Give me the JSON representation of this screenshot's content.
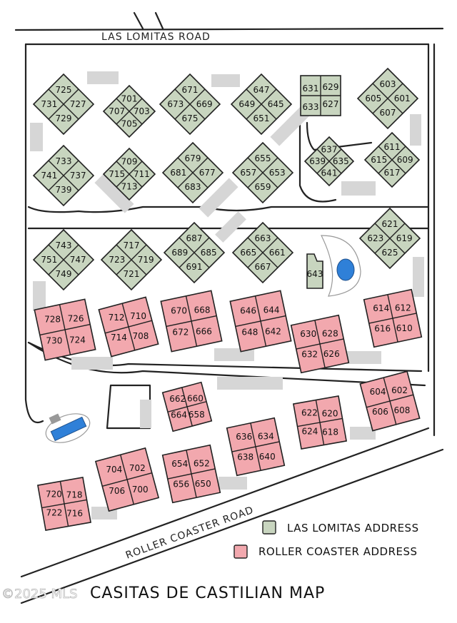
{
  "map": {
    "title": "CASITAS DE CASTILIAN MAP",
    "watermark": "©2025 MLS",
    "roads": {
      "top": "LAS LOMITAS ROAD",
      "bottom": "ROLLER COASTER ROAD"
    },
    "legend": [
      {
        "label": "LAS LOMITAS ADDRESS",
        "color": "#c8d5bf"
      },
      {
        "label": "ROLLER COASTER ADDRESS",
        "color": "#f2a8ae"
      }
    ],
    "colors": {
      "green": "#c8d5bf",
      "pink": "#f2a8ae",
      "pool": "#2f80d8",
      "parking": "#d6d6d6"
    },
    "green_diamond_clusters": [
      [
        "725",
        "727",
        "729",
        "731"
      ],
      [
        "701",
        "703",
        "705",
        "707"
      ],
      [
        "671",
        "669",
        "675",
        "673"
      ],
      [
        "647",
        "645",
        "651",
        "649"
      ],
      [
        "629",
        "627",
        "633",
        "631"
      ],
      [
        "603",
        "601",
        "607",
        "605"
      ],
      [
        "733",
        "737",
        "739",
        "741"
      ],
      [
        "709",
        "711",
        "713",
        "715"
      ],
      [
        "679",
        "677",
        "683",
        "681"
      ],
      [
        "655",
        "653",
        "659",
        "657"
      ],
      [
        "637",
        "635",
        "641",
        "639"
      ],
      [
        "611",
        "609",
        "617",
        "615"
      ],
      [
        "743",
        "747",
        "749",
        "751"
      ],
      [
        "717",
        "719",
        "721",
        "723"
      ],
      [
        "687",
        "685",
        "691",
        "689"
      ],
      [
        "663",
        "661",
        "667",
        "665"
      ],
      [
        "621",
        "619",
        "625",
        "623"
      ]
    ],
    "single_green_unit": "643",
    "pink_clusters": [
      [
        "728",
        "726",
        "724",
        "730"
      ],
      [
        "712",
        "710",
        "708",
        "714"
      ],
      [
        "670",
        "668",
        "666",
        "672"
      ],
      [
        "646",
        "644",
        "642",
        "648"
      ],
      [
        "630",
        "628",
        "626",
        "632"
      ],
      [
        "614",
        "612",
        "610",
        "616"
      ],
      [
        "662",
        "660",
        "658",
        "664"
      ],
      [
        "622",
        "620",
        "618",
        "624"
      ],
      [
        "604",
        "602",
        "608",
        "606"
      ],
      [
        "636",
        "634",
        "640",
        "638"
      ],
      [
        "654",
        "652",
        "650",
        "656"
      ],
      [
        "704",
        "702",
        "700",
        "706"
      ],
      [
        "720",
        "718",
        "716",
        "722"
      ]
    ]
  }
}
